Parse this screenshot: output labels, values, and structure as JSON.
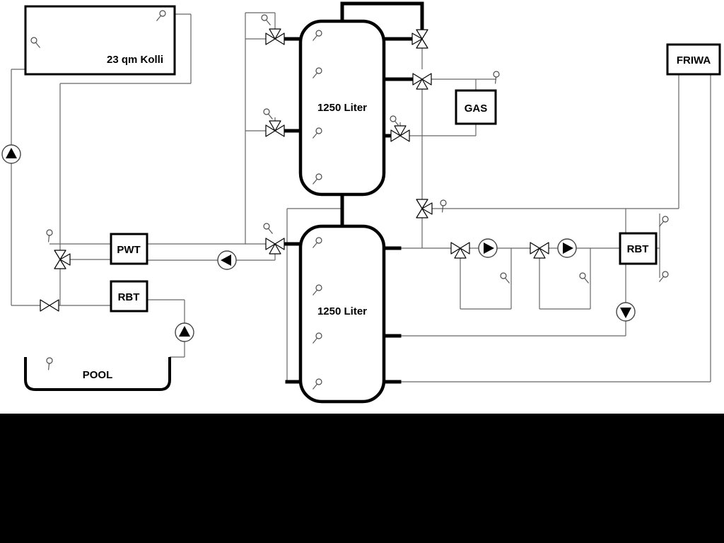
{
  "diagram": {
    "labels": {
      "collector": "23 qm Kolli",
      "tank_top": "1250 Liter",
      "tank_bottom": "1250 Liter",
      "gas": "GAS",
      "friwa": "FRIWA",
      "pwt": "PWT",
      "rbt_left": "RBT",
      "rbt_right": "RBT",
      "pool": "POOL"
    },
    "colors": {
      "background": "#ffffff",
      "thick_pipe": "#000000",
      "thin_pipe": "#666666",
      "bottom_band": "#000000"
    },
    "components": {
      "pumps": 6,
      "valves": 11,
      "temperature_sensors": 22,
      "buffer_tanks": 2
    }
  }
}
